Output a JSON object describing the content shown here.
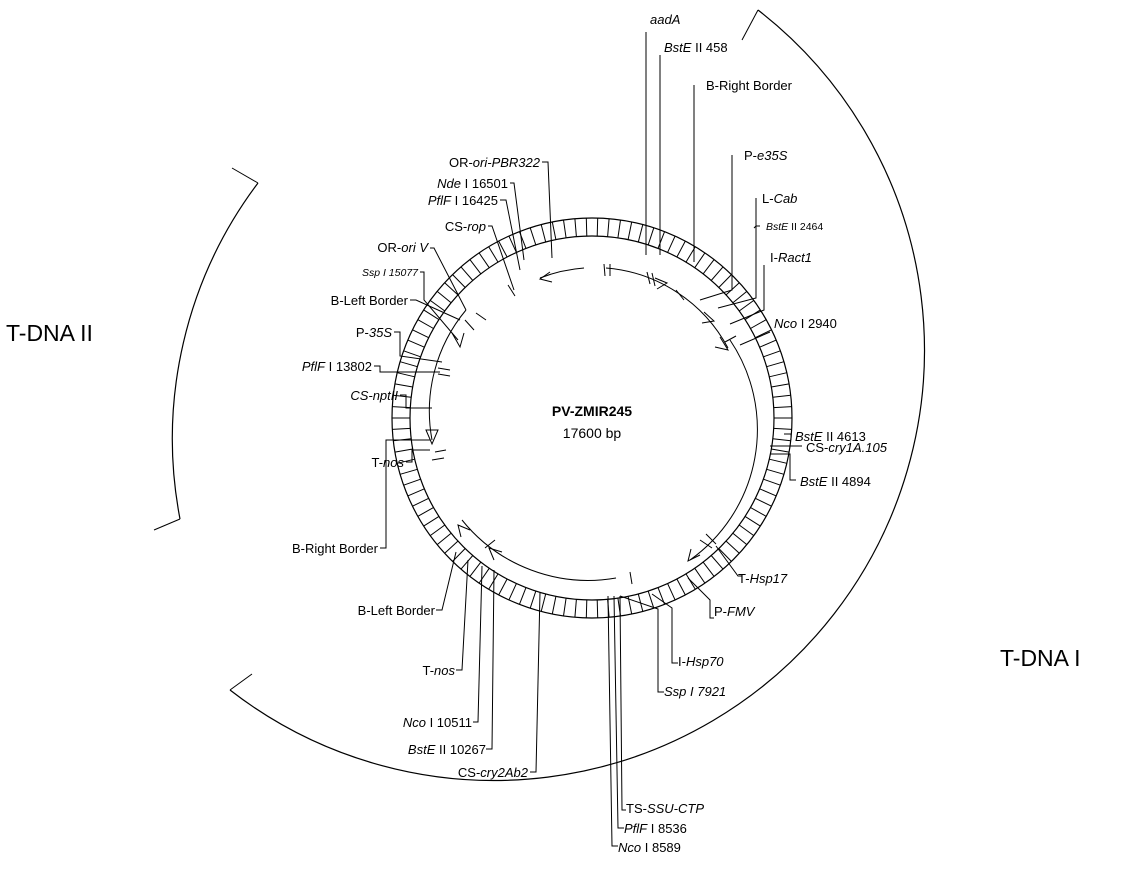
{
  "plasmid": {
    "name": "PV-ZMIR245",
    "size": "17600 bp"
  },
  "regions": {
    "tdna1": "T-DNA I",
    "tdna2": "T-DNA II"
  },
  "features": [
    {
      "id": "aadA",
      "parts": [
        [
          "aadA",
          true
        ]
      ]
    },
    {
      "id": "bste458",
      "parts": [
        [
          "BstE",
          true
        ],
        [
          " II 458",
          false
        ]
      ]
    },
    {
      "id": "brb1",
      "parts": [
        [
          "B-Right Border",
          false
        ]
      ]
    },
    {
      "id": "pe35s",
      "parts": [
        [
          "P-",
          false
        ],
        [
          "e35S",
          true
        ]
      ]
    },
    {
      "id": "lcab",
      "parts": [
        [
          "L-",
          false
        ],
        [
          "Cab",
          true
        ]
      ]
    },
    {
      "id": "bste2464",
      "parts": [
        [
          "BstE",
          true
        ],
        [
          " II 2464",
          false
        ]
      ]
    },
    {
      "id": "iract1",
      "parts": [
        [
          "I-",
          false
        ],
        [
          "Ract1",
          true
        ]
      ]
    },
    {
      "id": "nco2940",
      "parts": [
        [
          "Nco",
          true
        ],
        [
          " I 2940",
          false
        ]
      ]
    },
    {
      "id": "bste4613",
      "parts": [
        [
          "BstE",
          true
        ],
        [
          " II 4613",
          false
        ]
      ]
    },
    {
      "id": "cscry1a",
      "parts": [
        [
          "CS-",
          false
        ],
        [
          "cry1A.105",
          true
        ]
      ]
    },
    {
      "id": "bste4894",
      "parts": [
        [
          "BstE",
          true
        ],
        [
          " II 4894",
          false
        ]
      ]
    },
    {
      "id": "thsp17",
      "parts": [
        [
          "T-",
          false
        ],
        [
          "Hsp17",
          true
        ]
      ]
    },
    {
      "id": "pfmv",
      "parts": [
        [
          "P-",
          false
        ],
        [
          "FMV",
          true
        ]
      ]
    },
    {
      "id": "ihsp70",
      "parts": [
        [
          "I-",
          false
        ],
        [
          "Hsp70",
          true
        ]
      ]
    },
    {
      "id": "ssp7921",
      "parts": [
        [
          "Ssp I 7921",
          true
        ]
      ]
    },
    {
      "id": "tsssu",
      "parts": [
        [
          "TS-",
          false
        ],
        [
          "SSU-CTP",
          true
        ]
      ]
    },
    {
      "id": "pflf8536",
      "parts": [
        [
          "PflF",
          true
        ],
        [
          " I 8536",
          false
        ]
      ]
    },
    {
      "id": "nco8589",
      "parts": [
        [
          "Nco",
          true
        ],
        [
          " I 8589",
          false
        ]
      ]
    },
    {
      "id": "cscry2ab2",
      "parts": [
        [
          "CS-",
          false
        ],
        [
          "cry2Ab2",
          true
        ]
      ]
    },
    {
      "id": "bste10267",
      "parts": [
        [
          "BstE",
          true
        ],
        [
          " II 10267",
          false
        ]
      ]
    },
    {
      "id": "nco10511",
      "parts": [
        [
          "Nco",
          true
        ],
        [
          " I 10511",
          false
        ]
      ]
    },
    {
      "id": "tnos2",
      "parts": [
        [
          "T-",
          false
        ],
        [
          "nos",
          true
        ]
      ]
    },
    {
      "id": "blb2",
      "parts": [
        [
          "B-Left Border",
          false
        ]
      ]
    },
    {
      "id": "brb2",
      "parts": [
        [
          "B-Right Border",
          false
        ]
      ]
    },
    {
      "id": "tnos1",
      "parts": [
        [
          "T-",
          false
        ],
        [
          "nos",
          true
        ]
      ]
    },
    {
      "id": "csnptii",
      "parts": [
        [
          "CS-nptII",
          true
        ]
      ]
    },
    {
      "id": "pflf13802",
      "parts": [
        [
          "PflF",
          true
        ],
        [
          " I 13802",
          false
        ]
      ]
    },
    {
      "id": "p35s",
      "parts": [
        [
          "P-",
          false
        ],
        [
          "35S",
          true
        ]
      ]
    },
    {
      "id": "blb1",
      "parts": [
        [
          "B-Left Border",
          false
        ]
      ]
    },
    {
      "id": "ssp15077",
      "parts": [
        [
          "Ssp I 15077",
          true
        ]
      ]
    },
    {
      "id": "oriv",
      "parts": [
        [
          "OR-",
          false
        ],
        [
          "ori V",
          true
        ]
      ]
    },
    {
      "id": "csrop",
      "parts": [
        [
          "CS-",
          false
        ],
        [
          "rop",
          true
        ]
      ]
    },
    {
      "id": "pflf16425",
      "parts": [
        [
          "PflF",
          true
        ],
        [
          " I 16425",
          false
        ]
      ]
    },
    {
      "id": "nde16501",
      "parts": [
        [
          "Nde",
          true
        ],
        [
          " I 16501",
          false
        ]
      ]
    },
    {
      "id": "oripbr",
      "parts": [
        [
          "OR-",
          false
        ],
        [
          "ori-PBR322",
          true
        ]
      ]
    }
  ]
}
